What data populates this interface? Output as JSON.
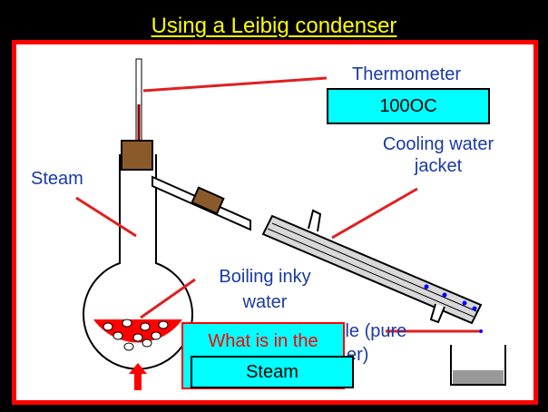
{
  "title": "Using a Leibig condenser",
  "labels": {
    "thermometer": "Thermometer",
    "temperature_reading": "100OC",
    "cooling_jacket_line1": "Cooling water",
    "cooling_jacket_line2": "jacket",
    "steam": "Steam",
    "boiling_line1": "Boiling inky",
    "boiling_line2": "water",
    "distillate_partial_line1": "lle (pure",
    "distillate_partial_line2": "er)"
  },
  "question": {
    "prompt": "What is in the",
    "answer": "Steam"
  },
  "colors": {
    "background": "#000000",
    "frame_border": "#ff0000",
    "title_text": "#ffff00",
    "label_text": "#1a3a9f",
    "box_fill": "#00ffff",
    "liquid": "#ff0000"
  }
}
